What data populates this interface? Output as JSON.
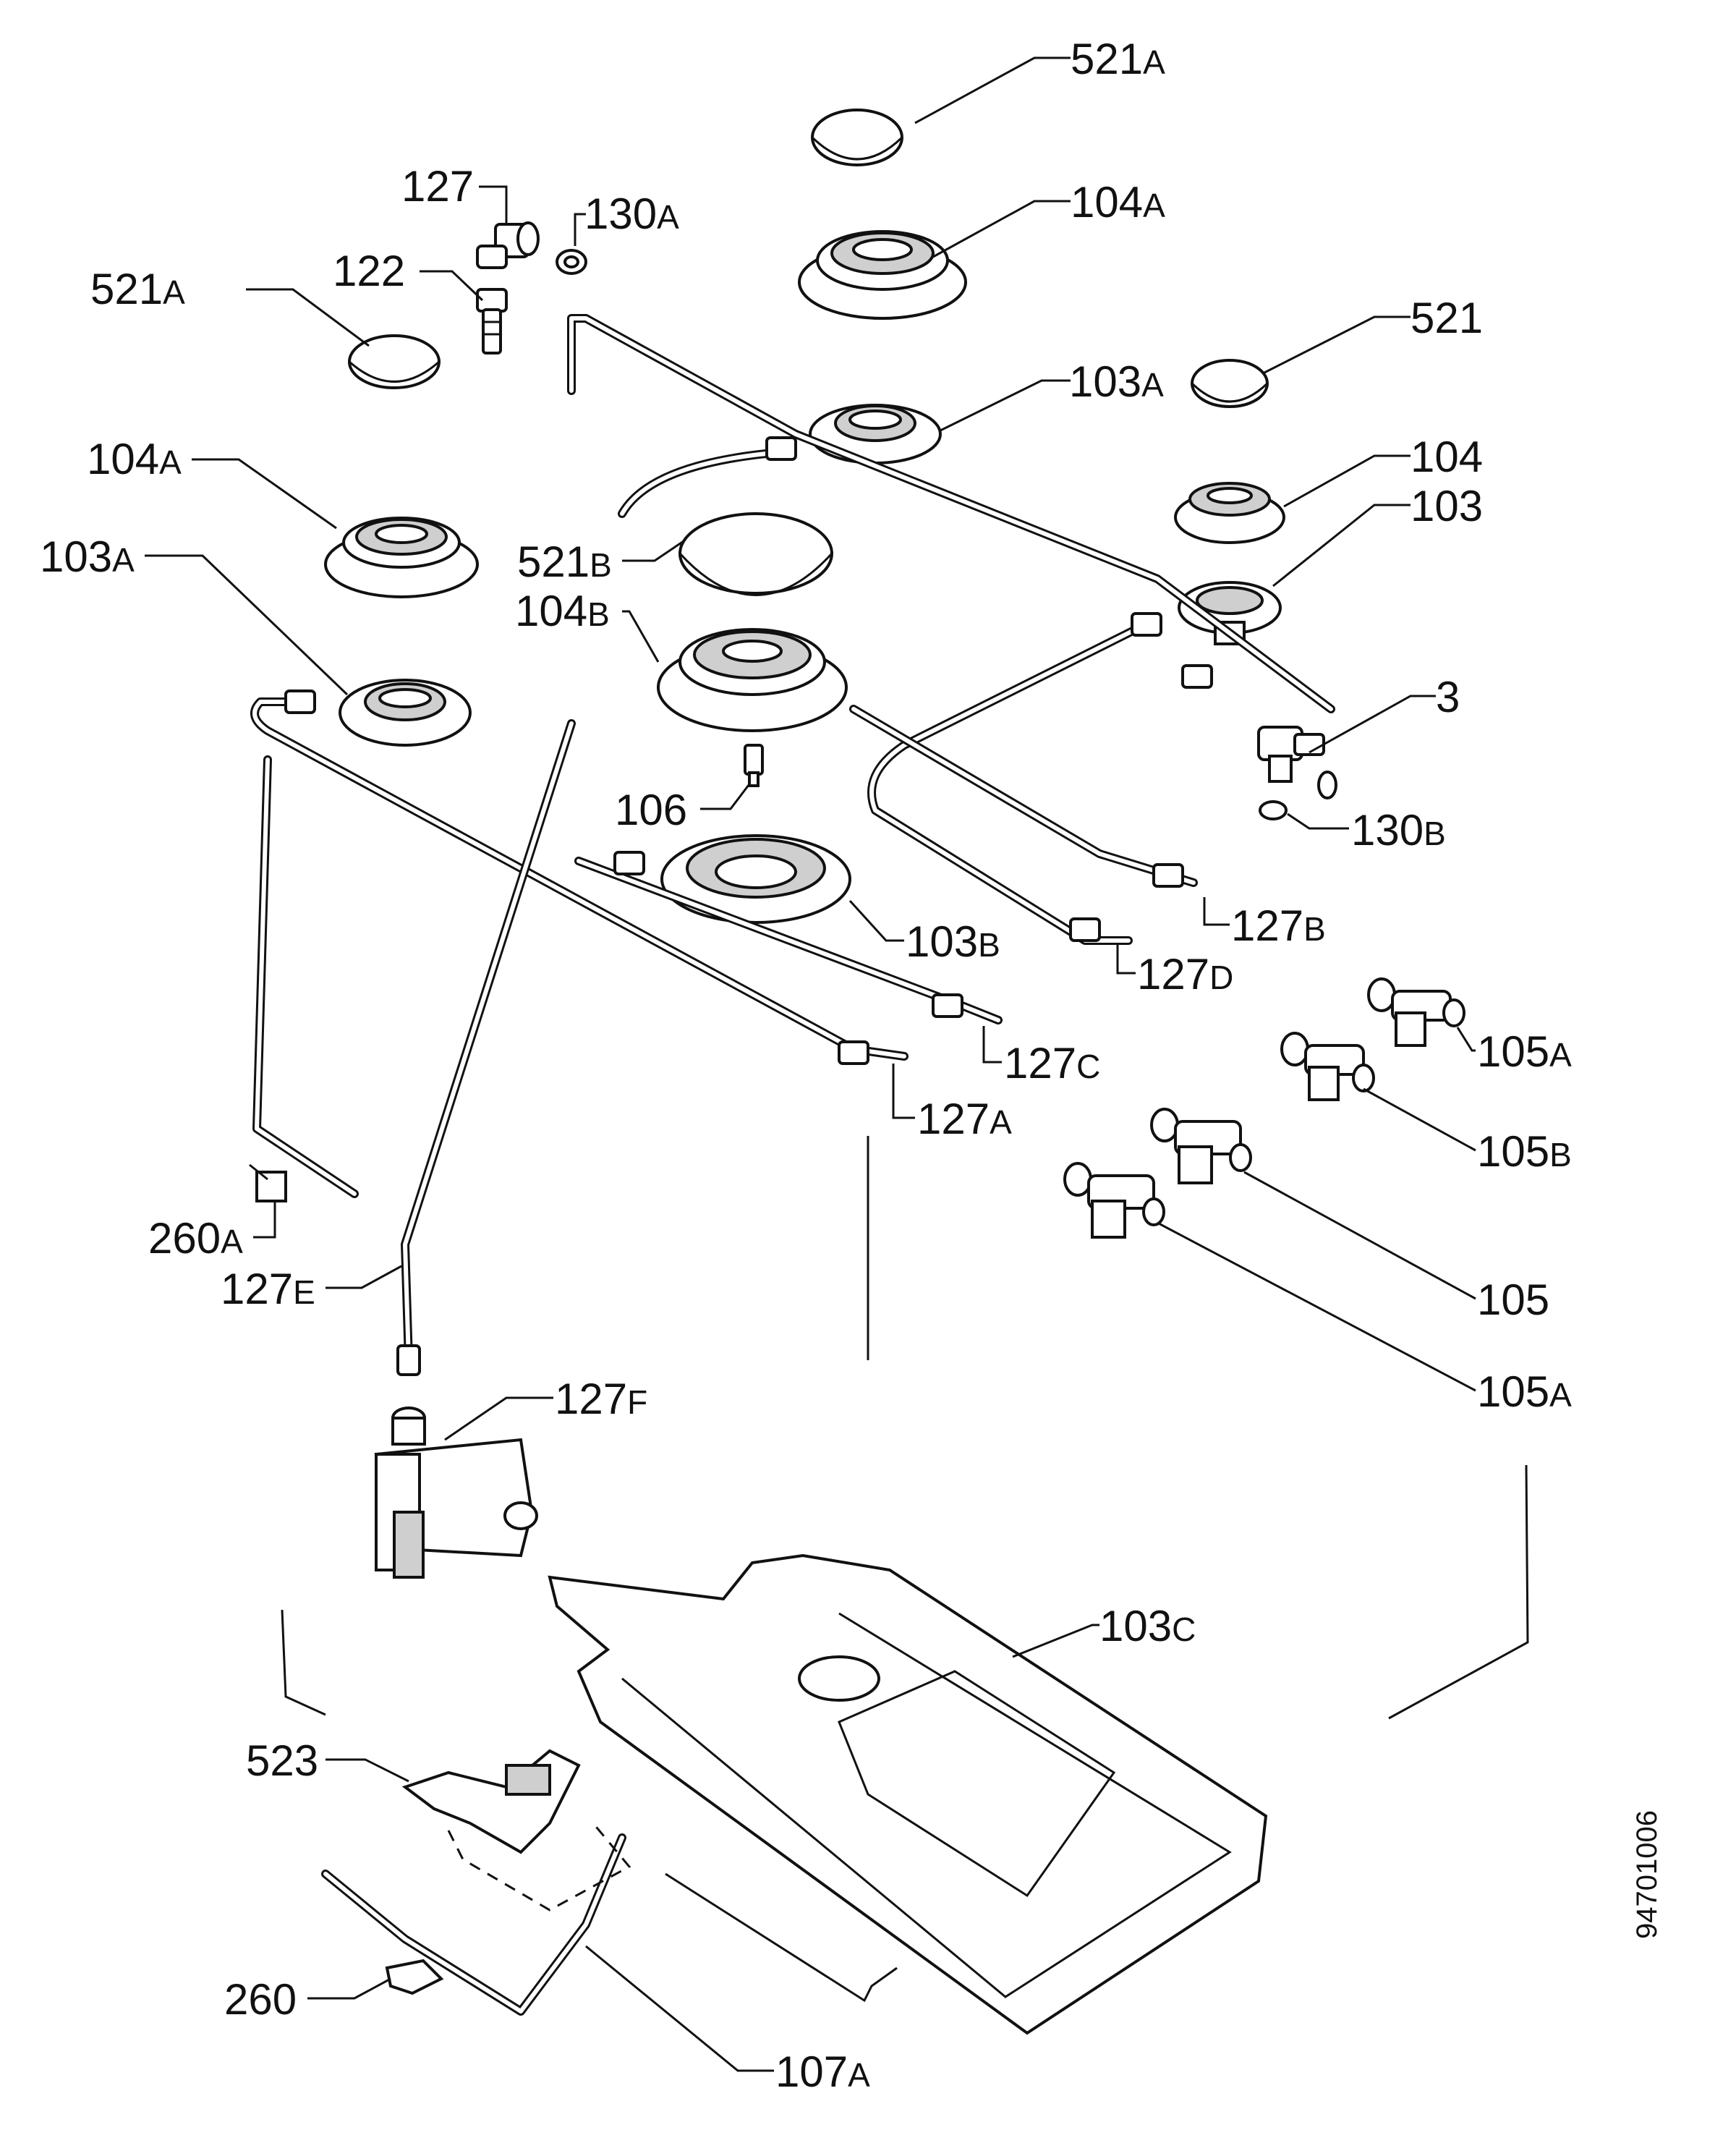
{
  "document_number": "94701006",
  "labels": [
    {
      "id": "521a-top",
      "num": "521",
      "sfx": "A"
    },
    {
      "id": "104a-top",
      "num": "104",
      "sfx": "A"
    },
    {
      "id": "127",
      "num": "127",
      "sfx": ""
    },
    {
      "id": "130a",
      "num": "130",
      "sfx": "A"
    },
    {
      "id": "122",
      "num": "122",
      "sfx": ""
    },
    {
      "id": "521a-left",
      "num": "521",
      "sfx": "A"
    },
    {
      "id": "521",
      "num": "521",
      "sfx": ""
    },
    {
      "id": "103a-top",
      "num": "103",
      "sfx": "A"
    },
    {
      "id": "104",
      "num": "104",
      "sfx": ""
    },
    {
      "id": "103",
      "num": "103",
      "sfx": ""
    },
    {
      "id": "104a-left",
      "num": "104",
      "sfx": "A"
    },
    {
      "id": "521b",
      "num": "521",
      "sfx": "B"
    },
    {
      "id": "103a-left",
      "num": "103",
      "sfx": "A"
    },
    {
      "id": "104b",
      "num": "104",
      "sfx": "B"
    },
    {
      "id": "3",
      "num": "3",
      "sfx": ""
    },
    {
      "id": "106",
      "num": "106",
      "sfx": ""
    },
    {
      "id": "130b",
      "num": "130",
      "sfx": "B"
    },
    {
      "id": "127b",
      "num": "127",
      "sfx": "B"
    },
    {
      "id": "103b",
      "num": "103",
      "sfx": "B"
    },
    {
      "id": "127d",
      "num": "127",
      "sfx": "D"
    },
    {
      "id": "105a-top",
      "num": "105",
      "sfx": "A"
    },
    {
      "id": "127c",
      "num": "127",
      "sfx": "C"
    },
    {
      "id": "127a",
      "num": "127",
      "sfx": "A"
    },
    {
      "id": "105b",
      "num": "105",
      "sfx": "B"
    },
    {
      "id": "105",
      "num": "105",
      "sfx": ""
    },
    {
      "id": "260a",
      "num": "260",
      "sfx": "A"
    },
    {
      "id": "127e",
      "num": "127",
      "sfx": "E"
    },
    {
      "id": "105a-bottom",
      "num": "105",
      "sfx": "A"
    },
    {
      "id": "127f",
      "num": "127",
      "sfx": "F"
    },
    {
      "id": "103c",
      "num": "103",
      "sfx": "C"
    },
    {
      "id": "523",
      "num": "523",
      "sfx": ""
    },
    {
      "id": "260",
      "num": "260",
      "sfx": ""
    },
    {
      "id": "107a",
      "num": "107",
      "sfx": "A"
    }
  ]
}
